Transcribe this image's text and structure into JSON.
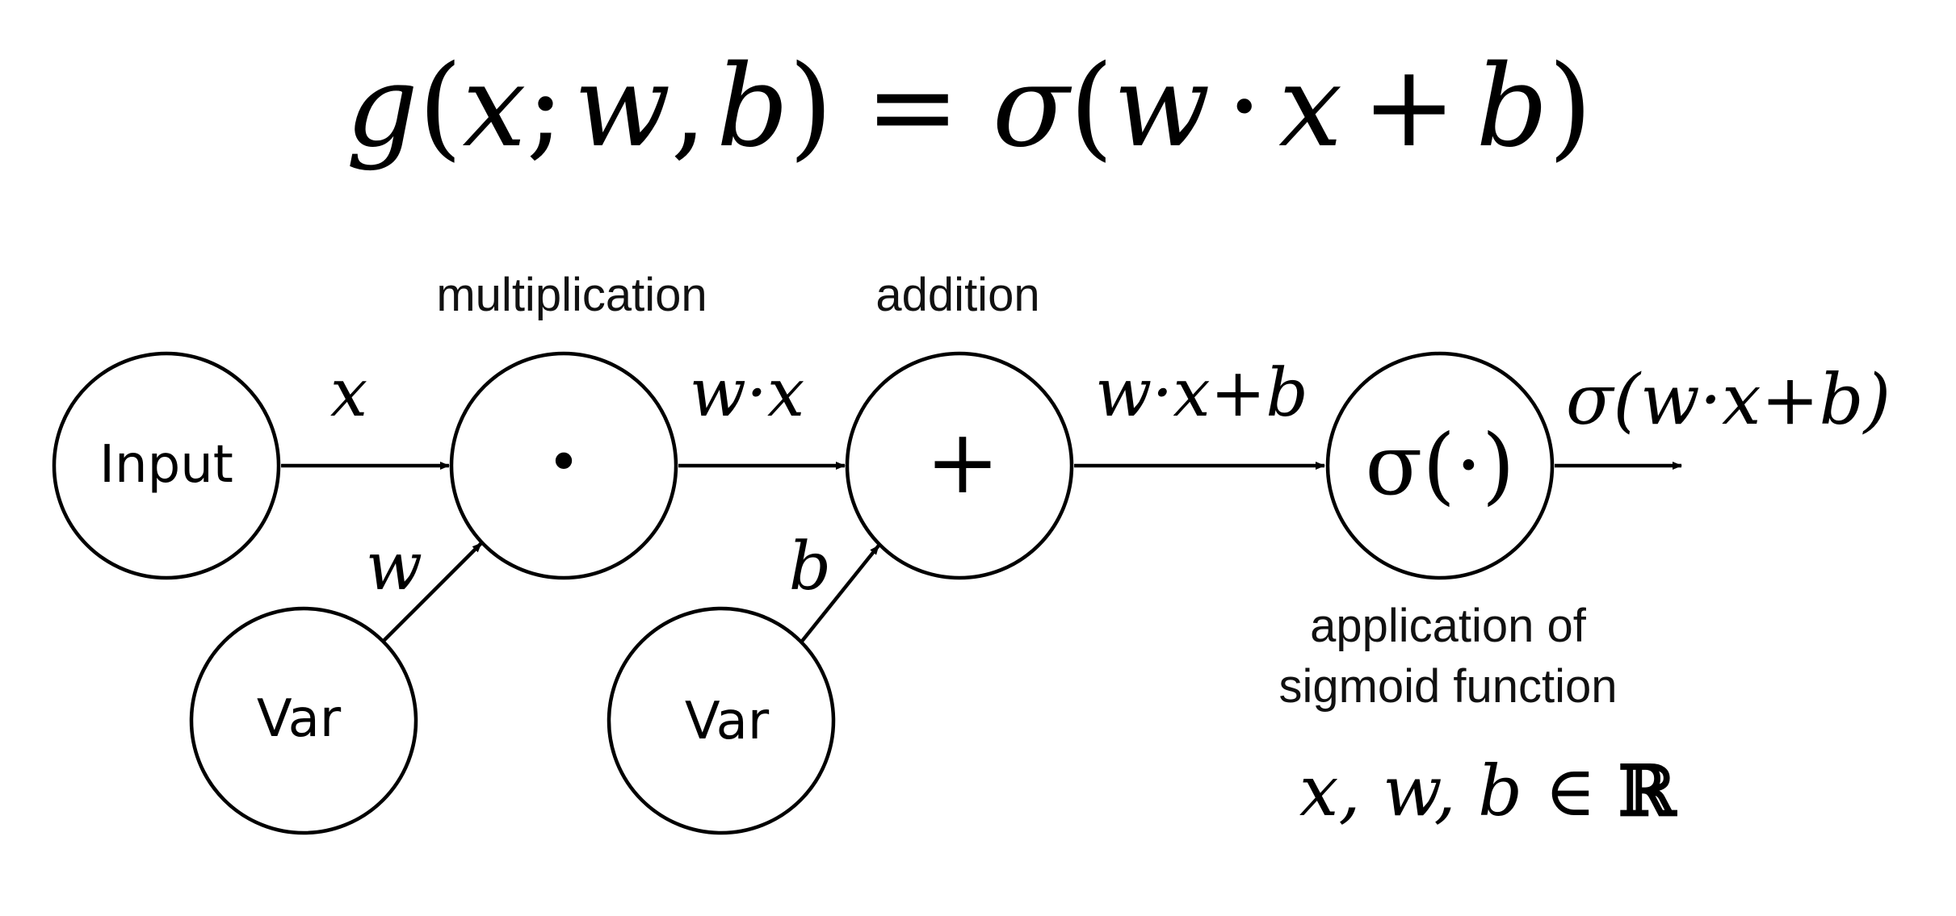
{
  "formula": {
    "parts": [
      "g",
      "(",
      "x",
      ";",
      "w",
      ",",
      "b",
      ")",
      "=",
      "σ",
      "(",
      "w",
      "·",
      "x",
      "+",
      "b",
      ")"
    ]
  },
  "labels": {
    "multiplication": "multiplication",
    "addition": "addition",
    "sigmoid_line1": "application of",
    "sigmoid_line2": "sigmoid function"
  },
  "nodes": {
    "input": "Input",
    "var_w": "Var",
    "var_b": "Var",
    "mult": "•",
    "add": "+",
    "sigma": "σ(·)"
  },
  "edges": {
    "x": "x",
    "w": "w",
    "b": "b",
    "wx": "w·x",
    "wxb": "w·x+b",
    "out": "σ(w·x+b)"
  },
  "domain_note": {
    "vars": "x, w, b ∈ ",
    "set": "ℝ"
  }
}
